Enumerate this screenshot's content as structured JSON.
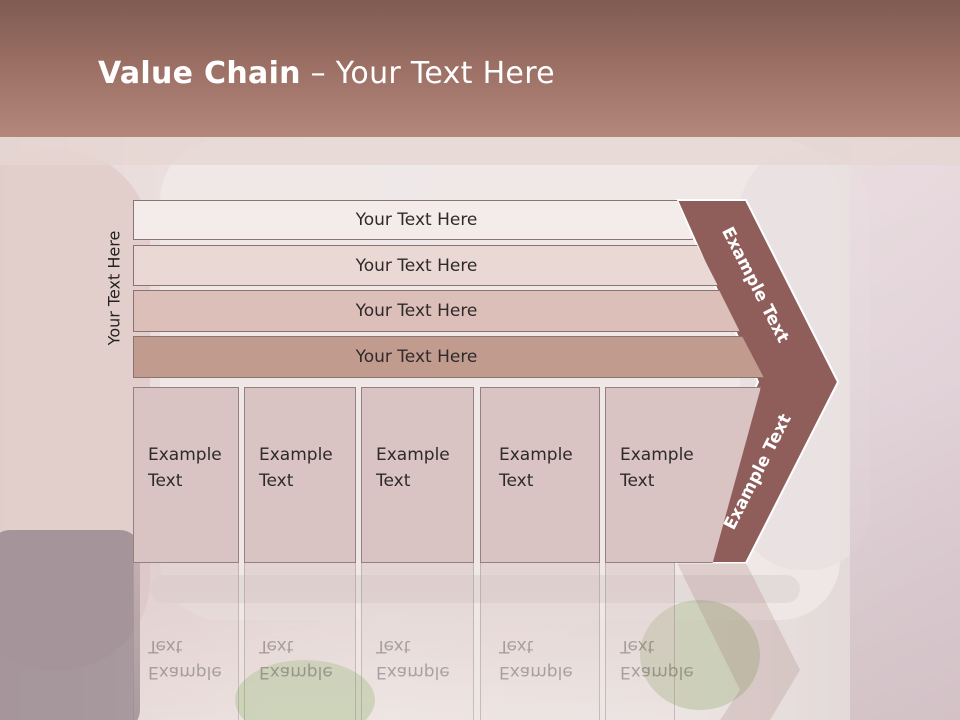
{
  "slide": {
    "title_bold": "Value Chain",
    "title_rest": " – Your Text Here"
  },
  "diagram": {
    "side_label": "Your Text Here",
    "bars": [
      "Your Text Here",
      "Your Text Here",
      "Your Text Here",
      "Your Text Here"
    ],
    "bar_colors": [
      "#f3ecea",
      "#ead8d4",
      "#dcbfb8",
      "#c29b8f"
    ],
    "boxes": [
      [
        "Example",
        "Text"
      ],
      [
        "Example",
        "Text"
      ],
      [
        "Example",
        "Text"
      ],
      [
        "Example",
        "Text"
      ],
      [
        "Example",
        "Text"
      ]
    ],
    "chevron_upper": "Example Text",
    "chevron_lower": "Example Text",
    "chevron_color": "#8f5d5a"
  }
}
